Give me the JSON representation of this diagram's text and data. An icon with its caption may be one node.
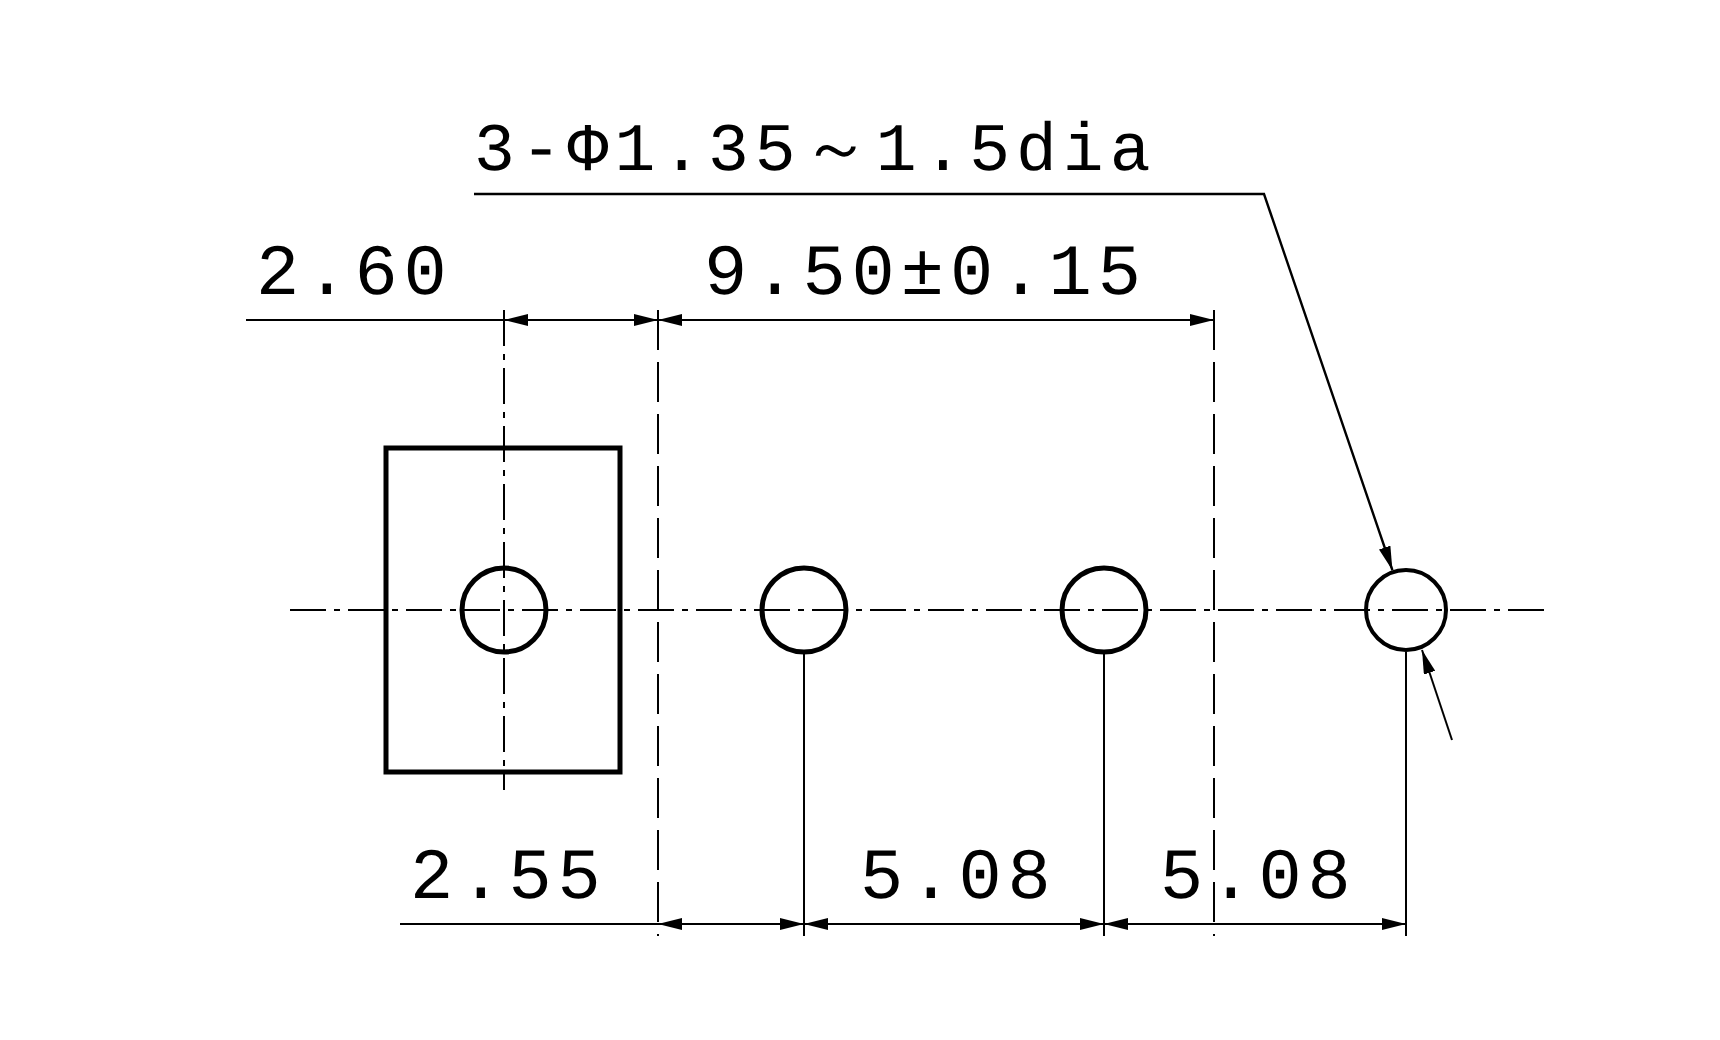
{
  "diagram": {
    "nodes": [
      {
        "text": [
          "3-Φ1.35～1.5dia"
        ]
      },
      {
        "text": [],
        "shape": "circle"
      }
    ],
    "edges": [
      {
        "from": 0,
        "to": 1,
        "arrow": "to"
      }
    ],
    "labels": [
      "2.60",
      "9.50±0.15",
      "2.55",
      "5.08",
      "5.08"
    ]
  }
}
